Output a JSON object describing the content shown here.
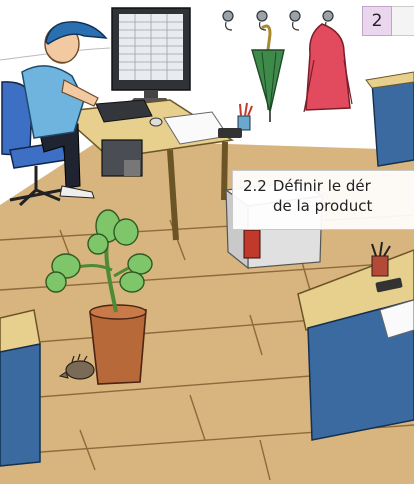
{
  "chapter": {
    "number": "2"
  },
  "section": {
    "number": "2.2",
    "title_line1": "Définir le dér",
    "title_line2": "de la product"
  },
  "colors": {
    "chapter_box": "#ead6ee",
    "floor": "#d8b57e",
    "desk_top": "#e7cf8e",
    "cabinet": "#3b6aa0",
    "shirt": "#6fb3df",
    "jacket": "#e24a5d",
    "umbrella": "#3e8a4a",
    "plant": "#7fc66a",
    "pot": "#b8693a"
  }
}
